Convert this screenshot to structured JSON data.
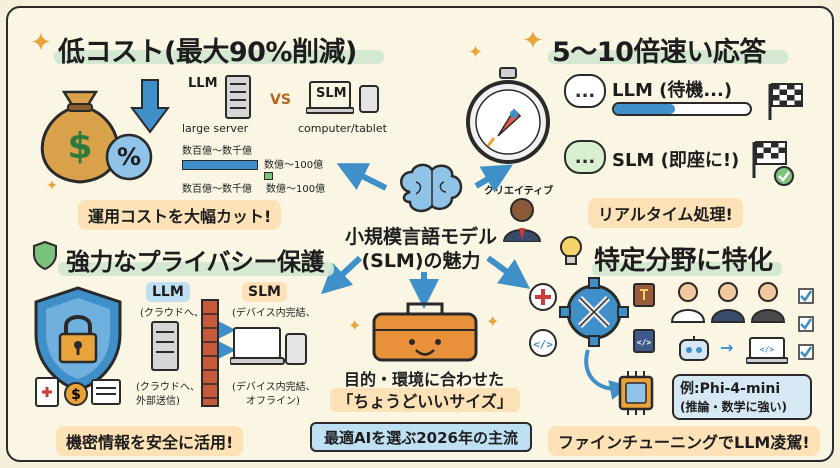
{
  "center": {
    "line1": "小規模言語モデル",
    "line2": "(SLM)の魅力",
    "avatar_label": "クリエイティブ"
  },
  "bottom_center": {
    "line1": "目的・環境に合わせた",
    "line2": "「ちょうどいいサイズ」",
    "footer": "最適AIを選ぶ2026年の主流"
  },
  "cost": {
    "title": "低コスト(最大90%削減)",
    "llm_label": "LLM",
    "vs_label": "VS",
    "slm_label": "SLM",
    "large_server": "large server",
    "computer_tablet": "computer/tablet",
    "bar1_caption": "数百億〜数千億",
    "bar2_caption": "数億〜100億",
    "bar1_sub": "数百億〜数千億",
    "bar2_sub": "数億〜100億",
    "bar1_fraction": 1.0,
    "bar2_fraction": 0.12,
    "banner": "運用コストを大幅カット!"
  },
  "speed": {
    "title": "5〜10倍速い応答",
    "llm_label": "LLM (待機...)",
    "slm_label": "SLM (即座に!)",
    "llm_progress": 0.45,
    "banner": "リアルタイム処理!",
    "bubble_text": "..."
  },
  "privacy": {
    "title": "強力なプライバシー保護",
    "llm_label": "LLM",
    "llm_sub": "(クラウドへ、",
    "llm_bottom": "(クラウドへ、",
    "llm_bottom2": "外部送信)",
    "slm_label": "SLM",
    "slm_sub": "(デバイス内完結、",
    "slm_bottom": "(デバイス内完結、",
    "slm_bottom2": "オフライン)",
    "banner": "機密情報を安全に活用!"
  },
  "special": {
    "title": "特定分野に特化",
    "example1": "例:Phi-4-mini",
    "example2": "(推論・数学に強い)",
    "banner": "ファインチューニングでLLM凌駕!",
    "arrow": "→"
  },
  "colors": {
    "accent_blue": "#3f8fc9",
    "highlight_green": "#cfe7cf",
    "banner_orange": "#fde2b8",
    "gold": "#e8a33a",
    "dark": "#2a2a2a"
  }
}
